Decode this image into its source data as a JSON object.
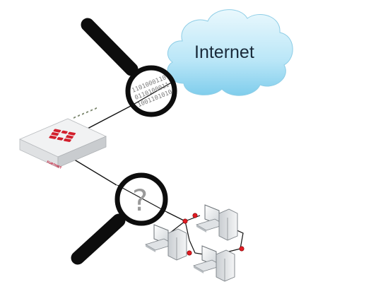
{
  "cloud": {
    "label": "Internet"
  },
  "top_magnifier": {
    "bits": [
      "1101000110",
      "0110100011",
      "1001101010"
    ]
  },
  "bottom_magnifier": {
    "symbol": "?"
  },
  "firewall": {
    "brand": "FURTINET"
  }
}
